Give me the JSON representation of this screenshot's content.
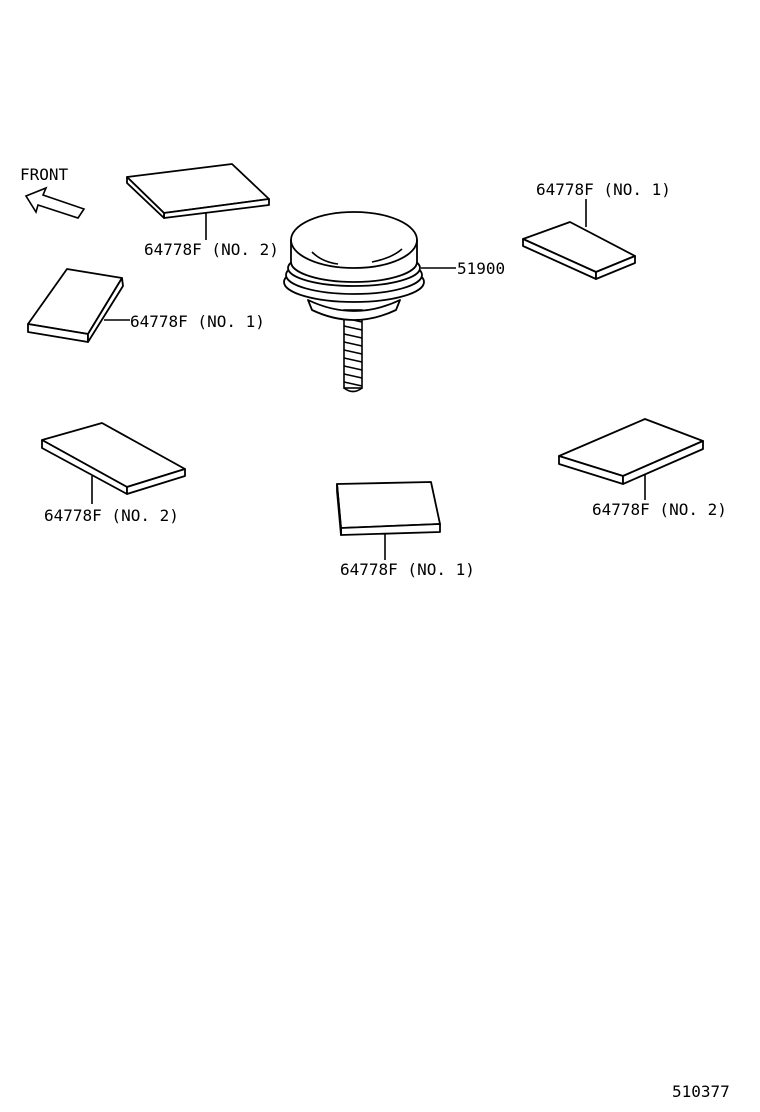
{
  "front_label": "FRONT",
  "front_arrow_icon": "front-direction-arrow-icon",
  "parts": {
    "pad_top_center": "64778F (NO. 2)",
    "pad_left_mid": "64778F (NO. 1)",
    "pad_right_top": "64778F (NO. 1)",
    "pad_lower_left": "64778F (NO. 2)",
    "pad_lower_center": "64778F (NO. 1)",
    "pad_lower_right": "64778F (NO. 2)",
    "jack_stud": "51900"
  },
  "diagram_number": "510377"
}
